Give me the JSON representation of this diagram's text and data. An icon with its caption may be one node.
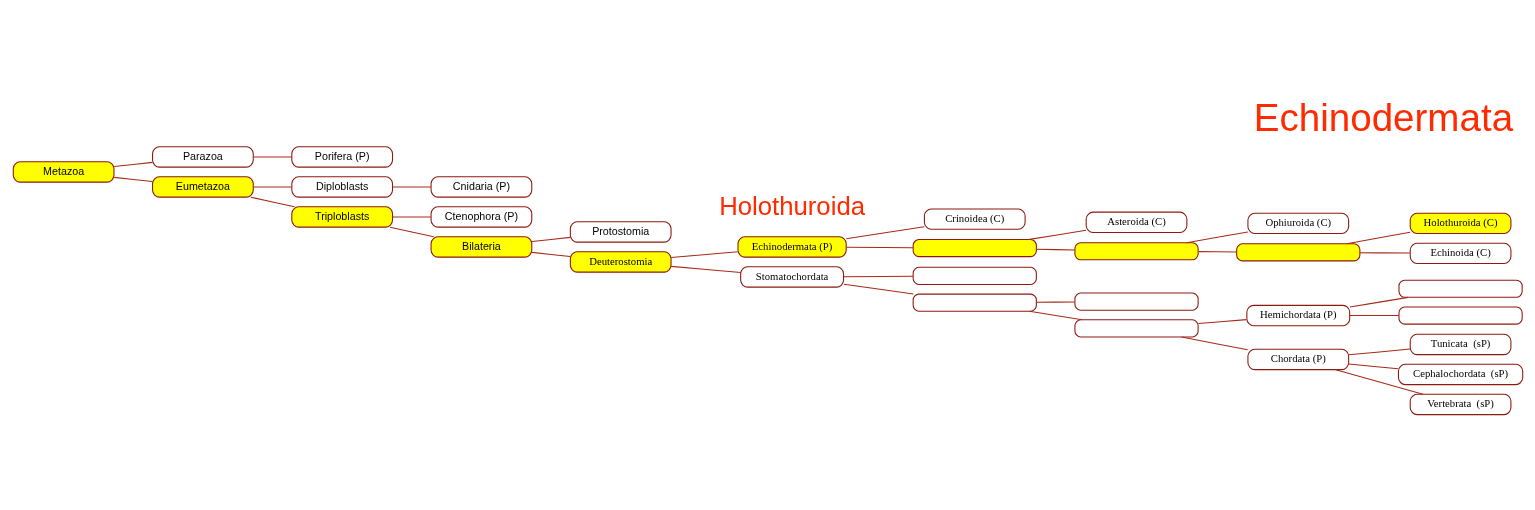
{
  "diagram": {
    "title": "Echinodermata",
    "nodes": [
      {
        "text": [
          "Metazoa"
        ]
      },
      {
        "text": [
          "Parazoa"
        ]
      },
      {
        "text": [
          "Porifera (P)"
        ]
      },
      {
        "text": [
          "Eumetazoa"
        ]
      },
      {
        "text": [
          "Diploblasts"
        ]
      },
      {
        "text": [
          "Cnidaria (P)"
        ]
      },
      {
        "text": [
          "Triploblasts"
        ]
      },
      {
        "text": [
          "Ctenophora (P)"
        ]
      },
      {
        "text": [
          "Bilateria"
        ]
      },
      {
        "text": [
          "Protostomia"
        ]
      },
      {
        "text": [
          "Deuterostomia"
        ]
      },
      {
        "text": [
          "Echinodermata (P)"
        ]
      },
      {
        "text": [
          "Crinoidea (C)"
        ]
      },
      {
        "text": [],
        "shape": "box"
      },
      {
        "text": [
          "Asteroida (C)"
        ]
      },
      {
        "text": [],
        "shape": "box"
      },
      {
        "text": [
          "Ophiuroida (C)"
        ]
      },
      {
        "text": [],
        "shape": "box"
      },
      {
        "text": [
          "Holothuroida (C)"
        ]
      },
      {
        "text": [
          "Echinoida (C)"
        ]
      },
      {
        "text": [
          "Stomatochordata"
        ]
      },
      {
        "text": [],
        "shape": "box"
      },
      {
        "text": [],
        "shape": "box"
      },
      {
        "text": [],
        "shape": "box"
      },
      {
        "text": [],
        "shape": "box"
      },
      {
        "text": [
          "Hemichordata (P)"
        ]
      },
      {
        "text": [],
        "shape": "box"
      },
      {
        "text": [],
        "shape": "box"
      },
      {
        "text": [
          "Chordata (P)"
        ]
      },
      {
        "text": [
          "Tunicata  (sP)"
        ]
      },
      {
        "text": [
          "Cephalochordata  (sP)"
        ]
      },
      {
        "text": [
          "Vertebrata  (sP)"
        ]
      }
    ],
    "edges": [
      {
        "from": 0,
        "to": 1,
        "arrow": "none"
      },
      {
        "from": 1,
        "to": 2,
        "arrow": "none"
      },
      {
        "from": 0,
        "to": 3,
        "arrow": "none"
      },
      {
        "from": 3,
        "to": 4,
        "arrow": "none"
      },
      {
        "from": 4,
        "to": 5,
        "arrow": "none"
      },
      {
        "from": 3,
        "to": 6,
        "arrow": "none"
      },
      {
        "from": 6,
        "to": 7,
        "arrow": "none"
      },
      {
        "from": 6,
        "to": 8,
        "arrow": "none"
      },
      {
        "from": 8,
        "to": 9,
        "arrow": "none"
      },
      {
        "from": 8,
        "to": 10,
        "arrow": "none"
      },
      {
        "from": 10,
        "to": 11,
        "arrow": "none"
      },
      {
        "from": 11,
        "to": 12,
        "arrow": "none"
      },
      {
        "from": 11,
        "to": 13,
        "arrow": "none"
      },
      {
        "from": 13,
        "to": 14,
        "arrow": "none"
      },
      {
        "from": 13,
        "to": 15,
        "arrow": "none"
      },
      {
        "from": 15,
        "to": 16,
        "arrow": "none"
      },
      {
        "from": 15,
        "to": 17,
        "arrow": "none"
      },
      {
        "from": 17,
        "to": 18,
        "arrow": "none"
      },
      {
        "from": 17,
        "to": 19,
        "arrow": "none"
      },
      {
        "from": 10,
        "to": 20,
        "arrow": "none"
      },
      {
        "from": 20,
        "to": 21,
        "arrow": "none"
      },
      {
        "from": 20,
        "to": 22,
        "arrow": "none"
      },
      {
        "from": 22,
        "to": 23,
        "arrow": "none"
      },
      {
        "from": 22,
        "to": 24,
        "arrow": "none"
      },
      {
        "from": 24,
        "to": 25,
        "arrow": "none"
      },
      {
        "from": 25,
        "to": 26,
        "arrow": "none"
      },
      {
        "from": 25,
        "to": 27,
        "arrow": "none"
      },
      {
        "from": 24,
        "to": 28,
        "arrow": "none"
      },
      {
        "from": 28,
        "to": 29,
        "arrow": "none"
      },
      {
        "from": 28,
        "to": 30,
        "arrow": "none"
      },
      {
        "from": 28,
        "to": 31,
        "arrow": "none"
      }
    ],
    "labels": [
      "Holothuroida"
    ]
  }
}
